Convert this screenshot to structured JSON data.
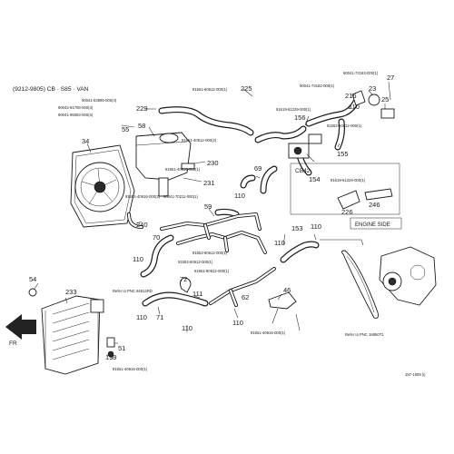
{
  "header": {
    "model": "(9212-9805) CB · S85 · VAN",
    "engine_side": "ENGINE SIDE",
    "inset": "CB42",
    "direction": "FR",
    "ref_a": "Refer to PNC 84614RD",
    "ref_b": "Refer to PNC 16850T1",
    "footer_code": "157-1609 (i)"
  },
  "parts": {
    "p225": "225",
    "p229": "229",
    "p55": "55",
    "p58": "58",
    "p34": "34",
    "p230": "230",
    "p231": "231",
    "p240": "240",
    "p59": "59",
    "p69": "69",
    "p156": "156",
    "p154": "154",
    "p155": "155",
    "p110a": "110",
    "p216": "216",
    "p23": "23",
    "p27": "27",
    "p25": "25",
    "p226": "226",
    "p246": "246",
    "p110b": "110",
    "p70": "70",
    "p110c": "110",
    "p153": "153",
    "p110d": "110",
    "p110e": "110",
    "p54": "54",
    "p233": "233",
    "p110f": "110",
    "p72": "72",
    "p71": "71",
    "p111": "111",
    "p62": "62",
    "p46": "46",
    "p110g": "110",
    "p110h": "110",
    "p51": "51",
    "p199": "199"
  },
  "part_numbers": {
    "n_fan1": "90041-63895-000(4)",
    "n_fan2": "90042-91708-000(4)",
    "n_fan3": "90041-95063-000(4)",
    "n_tank1": "91651-60612-000(1)",
    "n_tank2": "91651-40612-000(2)",
    "n_tank3": "91651-40616-000(1)",
    "n_tank4": "90041-70211-000(1)",
    "n_fan4": "91651-40616-000(2)",
    "n_top1": "90041-73163-000(1)",
    "n_top2": "90041-73162-000(1)",
    "n_top3": "91619-61229-000(1)",
    "n_top4": "91552-60612-000(1)",
    "n_cb42": "91619-61229-000(1)",
    "n_mid1": "91652-80612-000(1)",
    "n_mid2": "91552-60612-000(1)",
    "n_mid3": "91651-60612-000(1)",
    "n_bot1": "91651-40616-000(1)",
    "n_bot2": "91651-40616-000(1)"
  }
}
